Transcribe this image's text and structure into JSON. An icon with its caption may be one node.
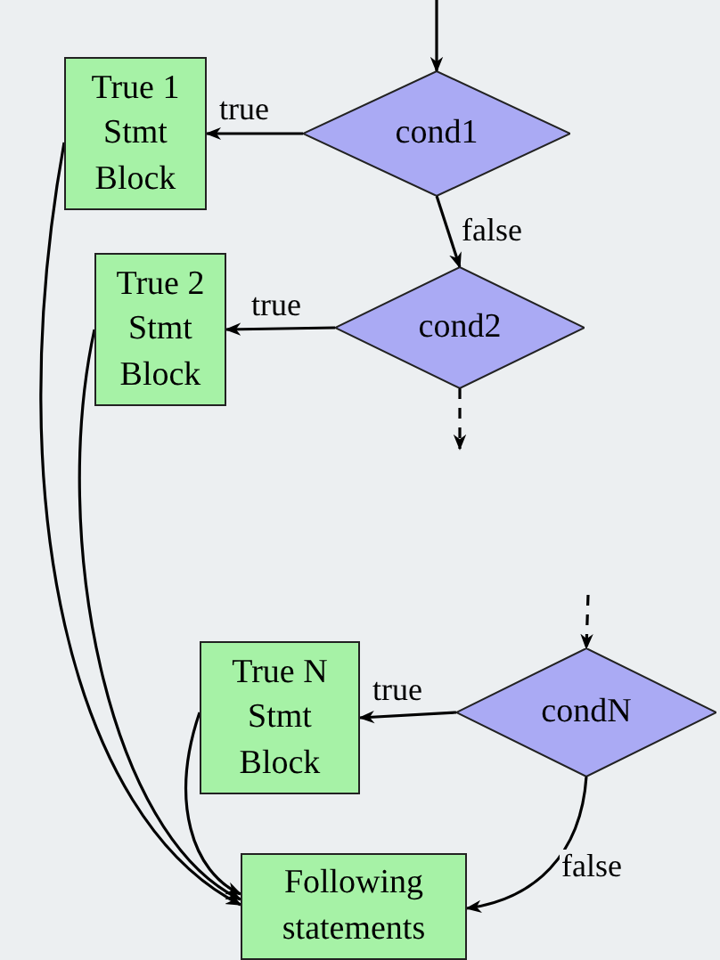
{
  "diagram": {
    "nodes": [
      {
        "text": [
          "cond1"
        ]
      },
      {
        "text": [
          "True 1 Stmt Block"
        ]
      },
      {
        "text": [
          "cond2"
        ]
      },
      {
        "text": [
          "True 2 Stmt Block"
        ]
      },
      {
        "text": [
          "condN"
        ]
      },
      {
        "text": [
          "True N Stmt Block"
        ]
      },
      {
        "text": [
          "Following statements"
        ]
      }
    ],
    "edges": [
      {
        "from": null,
        "to": 0,
        "arrow": "to"
      },
      {
        "from": 0,
        "to": 1,
        "arrow": "to",
        "label": "true"
      },
      {
        "from": 0,
        "to": 2,
        "arrow": "to",
        "label": "false"
      },
      {
        "from": 2,
        "to": 3,
        "arrow": "to",
        "label": "true"
      },
      {
        "from": 2,
        "to": null,
        "arrow": "to",
        "style": "dashed"
      },
      {
        "from": null,
        "to": 4,
        "arrow": "to",
        "style": "dashed"
      },
      {
        "from": 4,
        "to": 5,
        "arrow": "to",
        "label": "true"
      },
      {
        "from": 4,
        "to": 6,
        "arrow": "to",
        "label": "false"
      },
      {
        "from": 1,
        "to": 6,
        "arrow": "to"
      },
      {
        "from": 3,
        "to": 6,
        "arrow": "to"
      },
      {
        "from": 5,
        "to": 6,
        "arrow": "to"
      }
    ]
  }
}
